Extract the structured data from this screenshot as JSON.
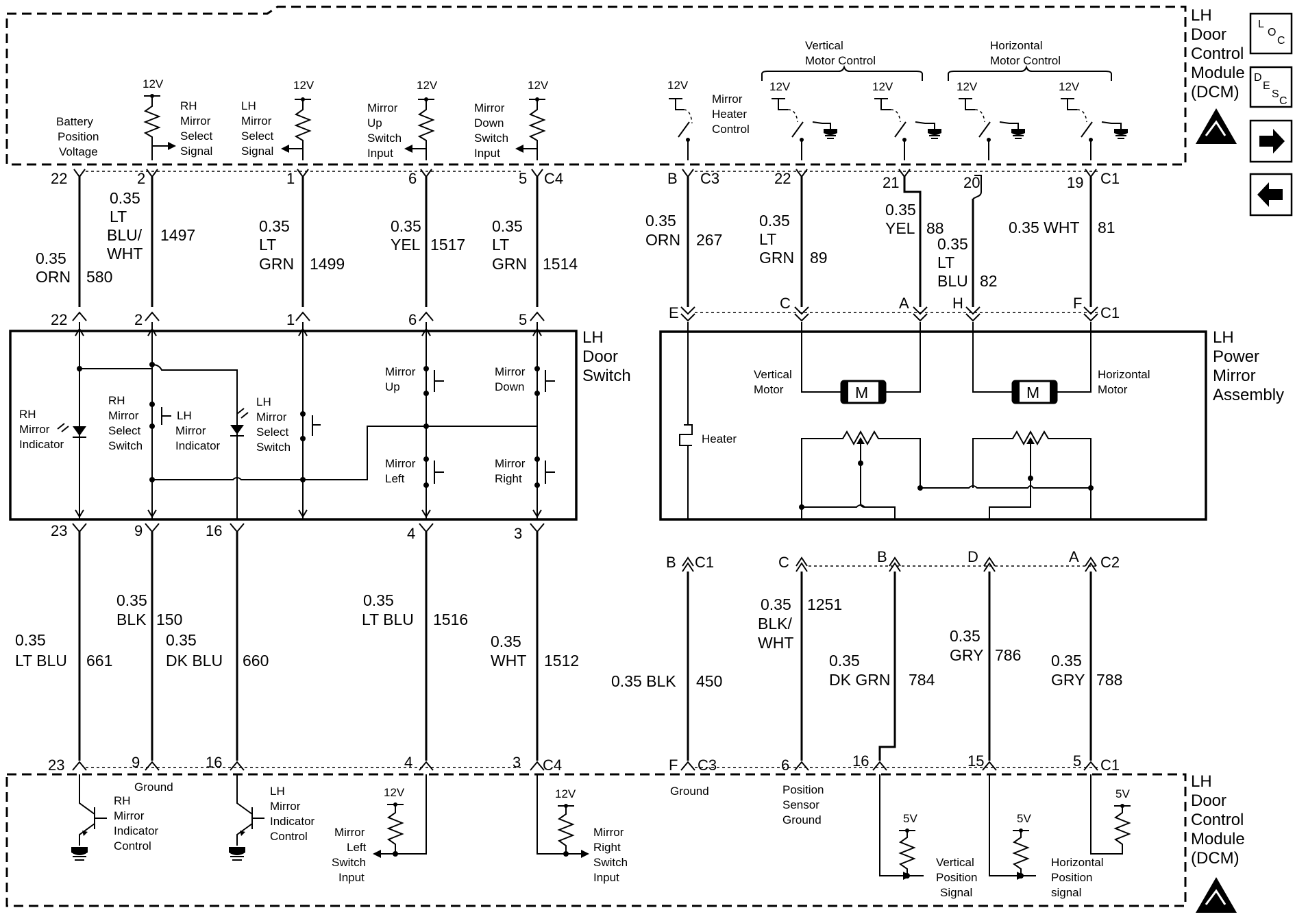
{
  "modules": {
    "dcm_top": [
      "LH",
      "Door",
      "Control",
      "Module",
      "(DCM)"
    ],
    "dcm_bottom": [
      "LH",
      "Door",
      "Control",
      "Module",
      "(DCM)"
    ],
    "door_switch": [
      "LH",
      "Door",
      "Switch"
    ],
    "mirror_assembly": [
      "LH",
      "Power",
      "Mirror",
      "Assembly"
    ]
  },
  "nav": {
    "loc": [
      "L",
      "O",
      "C"
    ],
    "desc": [
      "D",
      "E",
      "S",
      "C"
    ]
  },
  "supply": {
    "v12": "12V",
    "v5": "5V"
  },
  "top_labels": {
    "battery": [
      "Battery",
      "Position",
      "Voltage"
    ],
    "rh_select": [
      "RH",
      "Mirror",
      "Select",
      "Signal"
    ],
    "lh_select": [
      "LH",
      "Mirror",
      "Select",
      "Signal"
    ],
    "mirror_up": [
      "Mirror",
      "Up",
      "Switch",
      "Input"
    ],
    "mirror_down": [
      "Mirror",
      "Down",
      "Switch",
      "Input"
    ],
    "heater_control": [
      "Mirror",
      "Heater",
      "Control"
    ],
    "vertical_motor_control": [
      "Vertical",
      "Motor Control"
    ],
    "horizontal_motor_control": [
      "Horizontal",
      "Motor Control"
    ]
  },
  "top_pins": [
    "22",
    "2",
    "1",
    "6",
    "5",
    "C4",
    "B",
    "C3",
    "22",
    "21",
    "20",
    "19",
    "C1"
  ],
  "top_wires": {
    "w580": [
      "0.35",
      "ORN",
      "580"
    ],
    "w1497": [
      "0.35",
      "LT",
      "BLU/",
      "WHT",
      "1497"
    ],
    "w1499": [
      "0.35",
      "LT",
      "GRN",
      "1499"
    ],
    "w1517": [
      "0.35",
      "YEL",
      "1517"
    ],
    "w1514": [
      "0.35",
      "LT",
      "GRN",
      "1514"
    ],
    "w267": [
      "0.35",
      "ORN",
      "267"
    ],
    "w89": [
      "0.35",
      "LT",
      "GRN",
      "89"
    ],
    "w88": [
      "0.35",
      "YEL",
      "88"
    ],
    "w82": [
      "0.35",
      "LT",
      "BLU",
      "82"
    ],
    "w81": [
      "0.35 WHT",
      "81"
    ]
  },
  "switch_pins_top": [
    "22",
    "2",
    "1",
    "6",
    "5"
  ],
  "mirror_pins_top": [
    "E",
    "C",
    "A",
    "H",
    "F",
    "C1"
  ],
  "switch_labels": {
    "rh_indicator": [
      "RH",
      "Mirror",
      "Indicator"
    ],
    "rh_select_switch": [
      "RH",
      "Mirror",
      "Select",
      "Switch"
    ],
    "lh_indicator": [
      "LH",
      "Mirror",
      "Indicator"
    ],
    "lh_select_switch": [
      "LH",
      "Mirror",
      "Select",
      "Switch"
    ],
    "mirror_up": [
      "Mirror",
      "Up"
    ],
    "mirror_down": [
      "Mirror",
      "Down"
    ],
    "mirror_left": [
      "Mirror",
      "Left"
    ],
    "mirror_right": [
      "Mirror",
      "Right"
    ]
  },
  "mirror_labels": {
    "vertical_motor": [
      "Vertical",
      "Motor"
    ],
    "horizontal_motor": [
      "Horizontal",
      "Motor"
    ],
    "motor_symbol": "M",
    "heater": "Heater"
  },
  "switch_pins_bottom": [
    "23",
    "9",
    "16",
    "4",
    "3"
  ],
  "mirror_pins_bottom": [
    "B",
    "C1",
    "C",
    "B",
    "D",
    "A",
    "C2"
  ],
  "bottom_wires": {
    "w661": [
      "0.35",
      "LT BLU",
      "661"
    ],
    "w150": [
      "0.35",
      "BLK",
      "150"
    ],
    "w660": [
      "0.35",
      "DK BLU",
      "660"
    ],
    "w1516": [
      "0.35",
      "LT BLU",
      "1516"
    ],
    "w1512": [
      "0.35",
      "WHT",
      "1512"
    ],
    "w450": [
      "0.35 BLK",
      "450"
    ],
    "w1251": [
      "0.35",
      "BLK/",
      "WHT",
      "1251"
    ],
    "w784": [
      "0.35",
      "DK GRN",
      "784"
    ],
    "w786": [
      "0.35",
      "GRY",
      "786"
    ],
    "w788": [
      "0.35",
      "GRY",
      "788"
    ]
  },
  "bottom_pins": [
    "23",
    "9",
    "16",
    "4",
    "3",
    "C4",
    "F",
    "C3",
    "6",
    "16",
    "15",
    "5",
    "C1"
  ],
  "bottom_labels": {
    "ground_left": "Ground",
    "rh_indicator_control": [
      "RH",
      "Mirror",
      "Indicator",
      "Control"
    ],
    "lh_indicator_control": [
      "LH",
      "Mirror",
      "Indicator",
      "Control"
    ],
    "mirror_left_input": [
      "Mirror",
      "Left",
      "Switch",
      "Input"
    ],
    "mirror_right_input": [
      "Mirror",
      "Right",
      "Switch",
      "Input"
    ],
    "ground_right": "Ground",
    "position_sensor_ground": [
      "Position",
      "Sensor",
      "Ground"
    ],
    "vertical_position": [
      "Vertical",
      "Position",
      "Signal"
    ],
    "horizontal_position": [
      "Horizontal",
      "Position",
      "signal"
    ]
  }
}
